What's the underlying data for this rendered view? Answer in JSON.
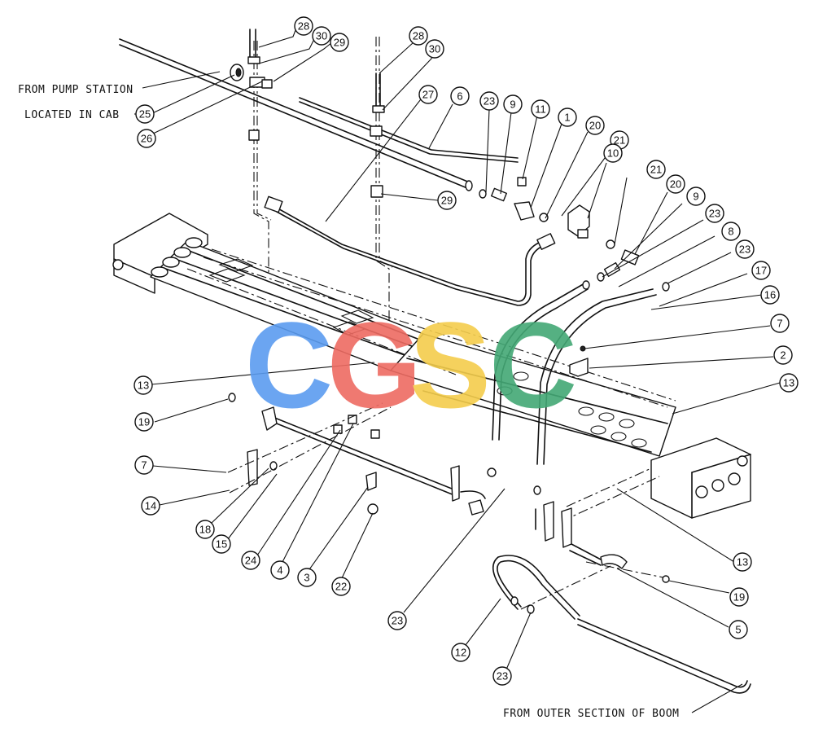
{
  "labels": {
    "pump_line1": "FROM PUMP STATION",
    "pump_line2": "LOCATED IN CAB",
    "outer_section": "FROM OUTER SECTION OF BOOM"
  },
  "watermark": {
    "letters": [
      "C",
      "G",
      "S",
      "C"
    ],
    "colors": [
      "#5b9cf0",
      "#ee6b62",
      "#f4cd4c",
      "#43a875"
    ]
  },
  "callouts": [
    {
      "id": "c28a",
      "n": "28"
    },
    {
      "id": "c30a",
      "n": "30"
    },
    {
      "id": "c29a",
      "n": "29"
    },
    {
      "id": "c25",
      "n": "25"
    },
    {
      "id": "c26",
      "n": "26"
    },
    {
      "id": "c28b",
      "n": "28"
    },
    {
      "id": "c30b",
      "n": "30"
    },
    {
      "id": "c27",
      "n": "27"
    },
    {
      "id": "c6",
      "n": "6"
    },
    {
      "id": "c23a",
      "n": "23"
    },
    {
      "id": "c9a",
      "n": "9"
    },
    {
      "id": "c11",
      "n": "11"
    },
    {
      "id": "c1",
      "n": "1"
    },
    {
      "id": "c20a",
      "n": "20"
    },
    {
      "id": "c21a",
      "n": "21"
    },
    {
      "id": "c10",
      "n": "10"
    },
    {
      "id": "c21b",
      "n": "21"
    },
    {
      "id": "c20b",
      "n": "20"
    },
    {
      "id": "c9b",
      "n": "9"
    },
    {
      "id": "c23b",
      "n": "23"
    },
    {
      "id": "c8",
      "n": "8"
    },
    {
      "id": "c23c",
      "n": "23"
    },
    {
      "id": "c17",
      "n": "17"
    },
    {
      "id": "c16",
      "n": "16"
    },
    {
      "id": "c7a",
      "n": "7"
    },
    {
      "id": "c2",
      "n": "2"
    },
    {
      "id": "c13a",
      "n": "13"
    },
    {
      "id": "c29b",
      "n": "29"
    },
    {
      "id": "c13b",
      "n": "13"
    },
    {
      "id": "c19a",
      "n": "19"
    },
    {
      "id": "c7b",
      "n": "7"
    },
    {
      "id": "c14",
      "n": "14"
    },
    {
      "id": "c18",
      "n": "18"
    },
    {
      "id": "c15",
      "n": "15"
    },
    {
      "id": "c24",
      "n": "24"
    },
    {
      "id": "c4",
      "n": "4"
    },
    {
      "id": "c3",
      "n": "3"
    },
    {
      "id": "c22",
      "n": "22"
    },
    {
      "id": "c23d",
      "n": "23"
    },
    {
      "id": "c13c",
      "n": "13"
    },
    {
      "id": "c19b",
      "n": "19"
    },
    {
      "id": "c5",
      "n": "5"
    },
    {
      "id": "c12",
      "n": "12"
    },
    {
      "id": "c23e",
      "n": "23"
    }
  ]
}
